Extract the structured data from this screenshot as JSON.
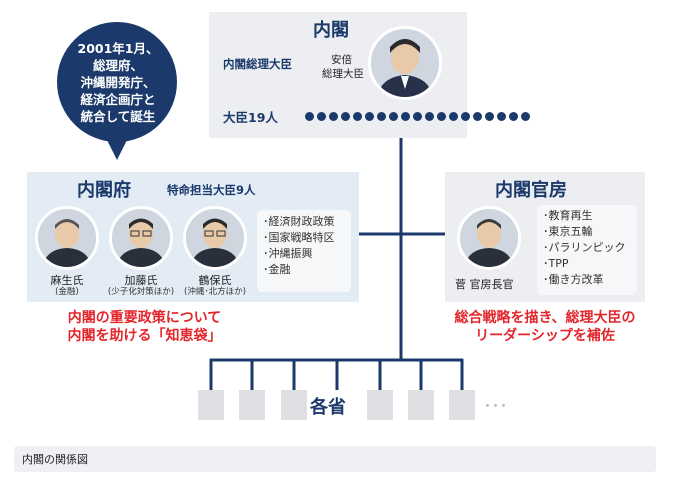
{
  "cabinet": {
    "title": "内閣",
    "pm_role": "内閣総理大臣",
    "pm_name": "安倍",
    "pm_title": "総理大臣",
    "ministers_label": "大臣19人",
    "minister_dots": 19
  },
  "bubble": {
    "lines": [
      "2001年1月、",
      "総理府、",
      "沖縄開発庁、",
      "経済企画庁と",
      "統合して誕生"
    ]
  },
  "cabinet_office": {
    "title": "内閣府",
    "subtitle": "特命担当大臣9人",
    "people": [
      {
        "name": "麻生氏",
        "note": "(金融)"
      },
      {
        "name": "加藤氏",
        "note": "(少子化対策ほか)"
      },
      {
        "name": "鶴保氏",
        "note": "(沖縄･北方ほか)"
      }
    ],
    "duties": [
      "･経済財政政策",
      "･国家戦略特区",
      "･沖縄振興",
      "･金融"
    ],
    "tagline": [
      "内閣の重要政策について",
      "内閣を助ける「知恵袋」"
    ]
  },
  "cabinet_secretariat": {
    "title": "内閣官房",
    "person": "菅 官房長官",
    "duties": [
      "･教育再生",
      "･東京五輪",
      "･パラリンピック",
      "･TPP",
      "･働き方改革"
    ],
    "tagline": [
      "総合戦略を描き、総理大臣の",
      "リーダーシップを補佐"
    ]
  },
  "ministries": {
    "label": "各省",
    "ellipsis": "･･･"
  },
  "caption": "内閣の関係図",
  "colors": {
    "navy": "#1b3a6b",
    "box_light_blue": "#e3ecf5",
    "box_gray": "#eceef1",
    "red": "#e3262b",
    "line": "#1b3a6b"
  }
}
